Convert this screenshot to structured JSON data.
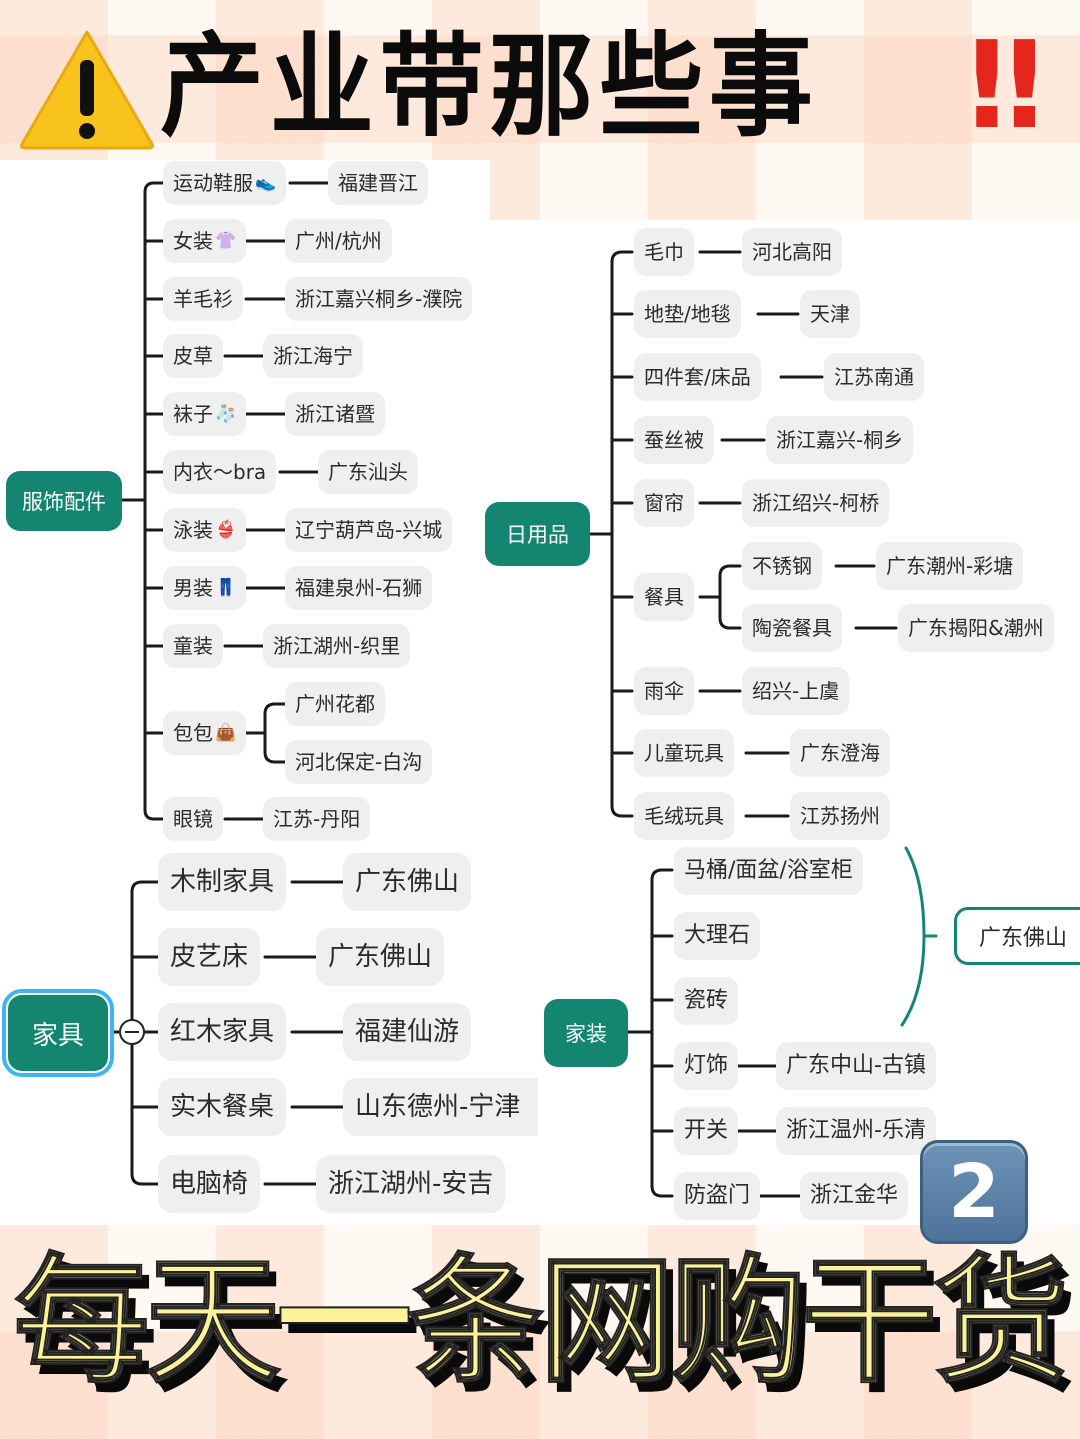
{
  "header": {
    "warning_icon": "warning-triangle-icon",
    "title": "产业带那些事",
    "exclamation": "‼"
  },
  "colors": {
    "root_node": "#138571",
    "leaf_node_bg": "#efefef",
    "selected_outline": "#3fb4ee",
    "title_bang": "#e4261d",
    "footer_text": "#fbf29a"
  },
  "clothing": {
    "root": "服饰配件",
    "items": [
      {
        "label": "运动鞋服",
        "emoji": "👟",
        "places": [
          "福建晋江"
        ]
      },
      {
        "label": "女装",
        "emoji": "👚",
        "places": [
          "广州/杭州"
        ]
      },
      {
        "label": "羊毛衫",
        "emoji": "",
        "places": [
          "浙江嘉兴桐乡-濮院"
        ]
      },
      {
        "label": "皮草",
        "emoji": "",
        "places": [
          "浙江海宁"
        ]
      },
      {
        "label": "袜子",
        "emoji": "🧦",
        "places": [
          "浙江诸暨"
        ]
      },
      {
        "label": "内衣～bra",
        "emoji": "",
        "places": [
          "广东汕头"
        ]
      },
      {
        "label": "泳装",
        "emoji": "👙",
        "places": [
          "辽宁葫芦岛-兴城"
        ]
      },
      {
        "label": "男装",
        "emoji": "👖",
        "places": [
          "福建泉州-石狮"
        ]
      },
      {
        "label": "童装",
        "emoji": "",
        "places": [
          "浙江湖州-织里"
        ]
      },
      {
        "label": "包包",
        "emoji": "👜",
        "places": [
          "广州花都",
          "河北保定-白沟"
        ]
      },
      {
        "label": "眼镜",
        "emoji": "",
        "places": [
          "江苏-丹阳"
        ]
      }
    ]
  },
  "daily": {
    "root": "日用品",
    "items": [
      {
        "label": "毛巾",
        "places": [
          "河北高阳"
        ]
      },
      {
        "label": "地垫/地毯",
        "places": [
          "天津"
        ]
      },
      {
        "label": "四件套/床品",
        "places": [
          "江苏南通"
        ]
      },
      {
        "label": "蚕丝被",
        "places": [
          "浙江嘉兴-桐乡"
        ]
      },
      {
        "label": "窗帘",
        "places": [
          "浙江绍兴-柯桥"
        ]
      },
      {
        "label": "餐具",
        "children": [
          {
            "label": "不锈钢",
            "places": [
              "广东潮州-彩塘"
            ]
          },
          {
            "label": "陶瓷餐具",
            "places": [
              "广东揭阳&潮州"
            ]
          }
        ]
      },
      {
        "label": "雨伞",
        "places": [
          "绍兴-上虞"
        ]
      },
      {
        "label": "儿童玩具",
        "places": [
          "广东澄海"
        ]
      },
      {
        "label": "毛绒玩具",
        "places": [
          "江苏扬州"
        ]
      }
    ]
  },
  "furniture": {
    "root": "家具",
    "items": [
      {
        "label": "木制家具",
        "places": [
          "广东佛山"
        ]
      },
      {
        "label": "皮艺床",
        "places": [
          "广东佛山"
        ]
      },
      {
        "label": "红木家具",
        "places": [
          "福建仙游"
        ]
      },
      {
        "label": "实木餐桌",
        "places": [
          "山东德州-宁津"
        ]
      },
      {
        "label": "电脑椅",
        "places": [
          "浙江湖州-安吉"
        ]
      }
    ]
  },
  "home_deco": {
    "root": "家装",
    "grouped_place": "广东佛山",
    "items": [
      {
        "label": "马桶/面盆/浴室柜",
        "places": []
      },
      {
        "label": "大理石",
        "places": []
      },
      {
        "label": "瓷砖",
        "places": []
      },
      {
        "label": "灯饰",
        "places": [
          "广东中山-古镇"
        ]
      },
      {
        "label": "开关",
        "places": [
          "浙江温州-乐清"
        ]
      },
      {
        "label": "防盗门",
        "places": [
          "浙江金华"
        ]
      }
    ]
  },
  "badge": {
    "number": "2"
  },
  "footer": {
    "slogan": "每天一条网购干货"
  }
}
